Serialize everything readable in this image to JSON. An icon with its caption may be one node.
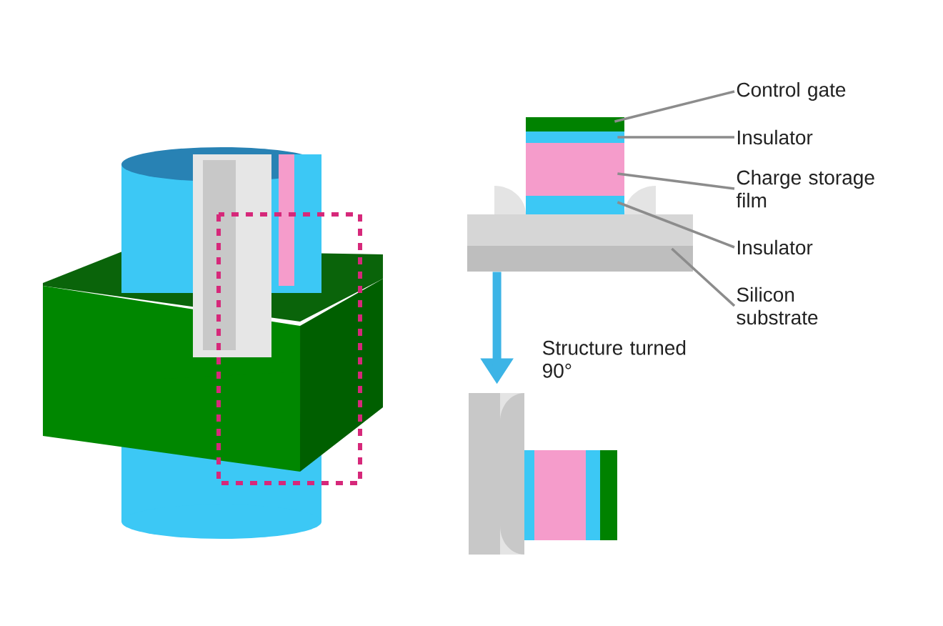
{
  "diagram": {
    "nodes": [
      {
        "text": [
          "Control gate"
        ]
      },
      {
        "text": [
          "Insulator"
        ]
      },
      {
        "text": [
          "Charge storage film"
        ]
      },
      {
        "text": [
          "Insulator"
        ]
      },
      {
        "text": [
          "Silicon substrate"
        ]
      },
      {
        "text": [],
        "shape": "box"
      },
      {
        "text": [],
        "shape": "box"
      },
      {
        "text": [],
        "shape": "box"
      },
      {
        "text": [],
        "shape": "box"
      },
      {
        "text": [],
        "shape": "box"
      },
      {
        "text": [],
        "shape": "box"
      }
    ],
    "edges": [
      {
        "from": 0,
        "to": 5,
        "arrow": "none"
      },
      {
        "from": 1,
        "to": 6,
        "arrow": "none"
      },
      {
        "from": 2,
        "to": 7,
        "arrow": "none"
      },
      {
        "from": 3,
        "to": 8,
        "arrow": "none"
      },
      {
        "from": 4,
        "to": 9,
        "arrow": "none"
      },
      {
        "from": 9,
        "to": 10,
        "arrow": "to",
        "label": "Structure turned 90°",
        "style": "thick",
        "color": "#3cb4e6"
      }
    ]
  }
}
